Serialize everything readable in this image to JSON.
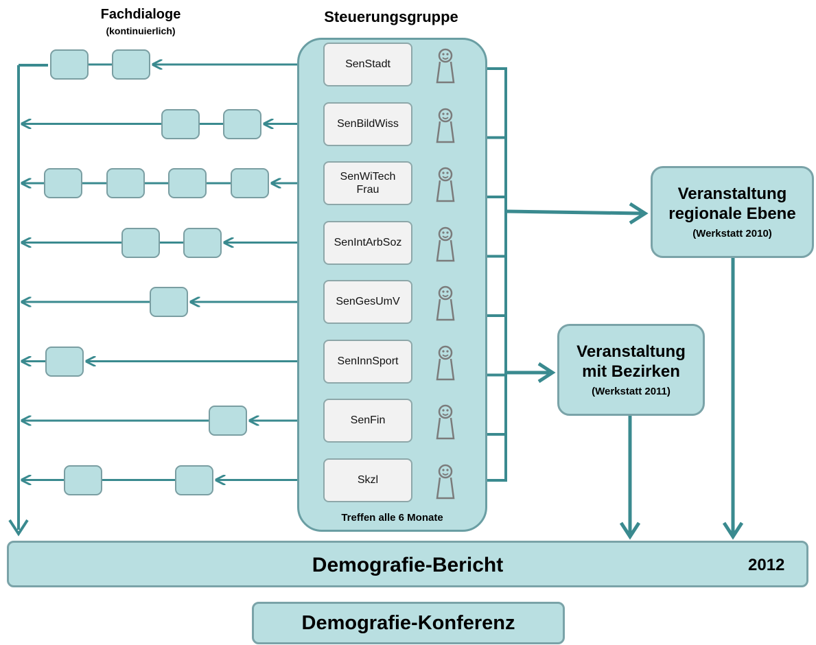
{
  "header": {
    "fachdialoge_title": "Fachdialoge",
    "fachdialoge_subtitle": "(kontinuierlich)",
    "steuerungsgruppe_title": "Steuerungsgruppe"
  },
  "steuerungsgruppe": {
    "members": [
      {
        "label": "SenStadt",
        "dialogs": 2
      },
      {
        "label": "SenBildWiss",
        "dialogs": 2
      },
      {
        "label": "SenWiTech\nFrau",
        "dialogs": 4
      },
      {
        "label": "SenIntArbSoz",
        "dialogs": 2
      },
      {
        "label": "SenGesUmV",
        "dialogs": 1
      },
      {
        "label": "SenInnSport",
        "dialogs": 1
      },
      {
        "label": "SenFin",
        "dialogs": 1
      },
      {
        "label": "Skzl",
        "dialogs": 2
      }
    ],
    "footer": "Treffen alle 6 Monate",
    "member_icon": "person-icon"
  },
  "events": {
    "regional": {
      "title": "Veranstaltung\nregionale Ebene",
      "subtitle": "(Werkstatt 2010)"
    },
    "bezirke": {
      "title": "Veranstaltung\nmit Bezirken",
      "subtitle": "(Werkstatt 2011)"
    }
  },
  "report": {
    "title": "Demografie-Bericht",
    "year": "2012"
  },
  "conference": {
    "title": "Demografie-Konferenz"
  },
  "colors": {
    "arrow": "#3a8a8f",
    "box_fill": "#b9dfe1",
    "box_border": "#7aa3a8",
    "org_fill": "#f2f2f2"
  }
}
